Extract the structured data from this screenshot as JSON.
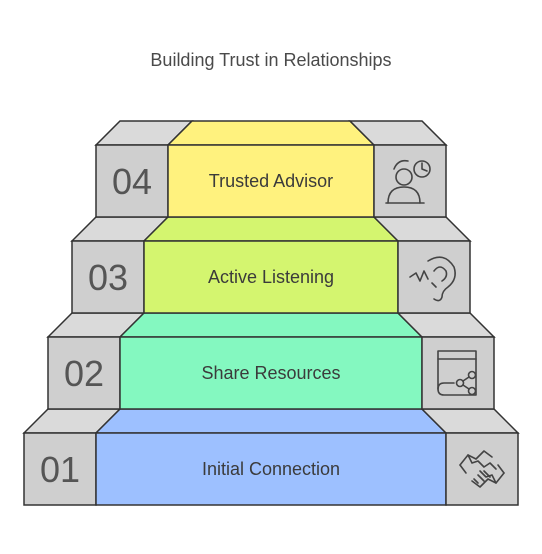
{
  "title": "Building Trust in Relationships",
  "steps": [
    {
      "number": "01",
      "label": "Initial Connection",
      "color": "#9dc0ff",
      "icon": "handshake-icon"
    },
    {
      "number": "02",
      "label": "Share Resources",
      "color": "#84f8c0",
      "icon": "share-book-icon"
    },
    {
      "number": "03",
      "label": "Active Listening",
      "color": "#d4f56f",
      "icon": "ear-listening-icon"
    },
    {
      "number": "04",
      "label": "Trusted Advisor",
      "color": "#fff27e",
      "icon": "advisor-person-icon"
    }
  ],
  "colors": {
    "side": "#cfcfcf",
    "sideTop": "#dadada",
    "stroke": "#333333"
  }
}
